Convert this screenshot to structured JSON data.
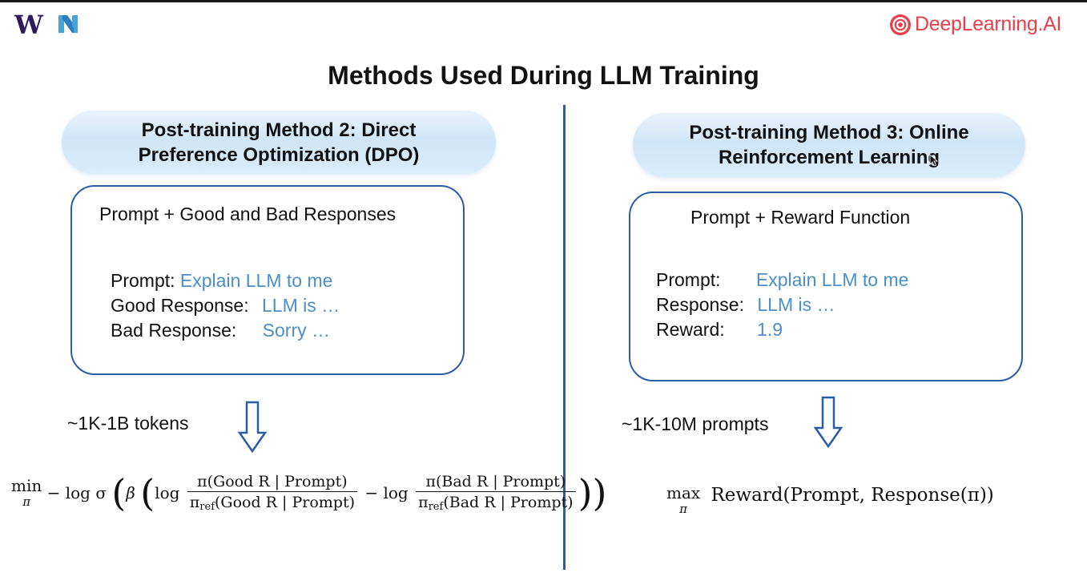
{
  "header": {
    "logo_left_letter": "W",
    "brand_name": "DeepLearning.AI",
    "brand_color": "#e8404a",
    "logos": [
      "university-w-logo",
      "n-logo",
      "deeplearning-ai-logo"
    ]
  },
  "title": "Methods Used During LLM Training",
  "left": {
    "heading_line1": "Post-training Method 2: Direct",
    "heading_line2": "Preference Optimization (DPO)",
    "box_title": "Prompt + Good and Bad Responses",
    "rows": [
      {
        "label": "Prompt:",
        "value": "Explain LLM to me"
      },
      {
        "label": "Good Response:",
        "value": "LLM is …"
      },
      {
        "label": "Bad Response:",
        "value": "Sorry …"
      }
    ],
    "scale": "~1K-1B tokens",
    "formula": {
      "op": "min",
      "op_sub": "π",
      "neg_log_sigma": "− log σ",
      "beta": "β",
      "log1": "log",
      "num1": "π(Good R | Prompt)",
      "den1_pi": "π",
      "den1_sub": "ref",
      "den1_rest": "(Good R | Prompt)",
      "minus_log": "− log",
      "num2": "π(Bad R | Prompt)",
      "den2_pi": "π",
      "den2_sub": "ref",
      "den2_rest": "(Bad R | Prompt)"
    }
  },
  "right": {
    "heading_line1": "Post-training Method 3: Online",
    "heading_line2": "Reinforcement Learning",
    "box_title": "Prompt + Reward Function",
    "rows": [
      {
        "label": "Prompt:",
        "value": "Explain LLM to me"
      },
      {
        "label": "Response:",
        "value": "LLM is …"
      },
      {
        "label": "Reward:",
        "value": "1.9"
      }
    ],
    "scale": "~1K-10M prompts",
    "formula": {
      "op": "max",
      "op_sub": "π",
      "body": "Reward(Prompt, Response(π))"
    }
  },
  "colors": {
    "accent_blue": "#2a5ca8",
    "value_blue": "#4a8fc8",
    "pill_blue": "#cfe6f8"
  }
}
